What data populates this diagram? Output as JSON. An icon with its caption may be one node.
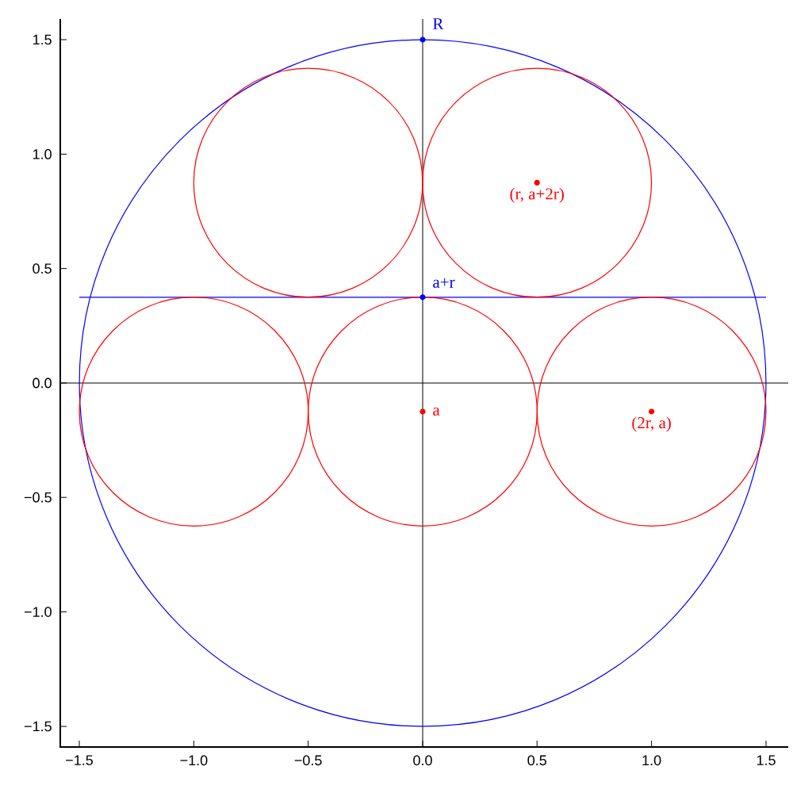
{
  "diagram": {
    "labels": [
      "1.5",
      "R",
      "1.0",
      "(r, a+2r)",
      "0.5",
      "a+r",
      "0.0",
      "a",
      "(2r, a)",
      "−0.5",
      "−1.0",
      "−1.5",
      "−1.5",
      "−1.0",
      "−0.5",
      "0.0",
      "0.5",
      "1.0",
      "1.5"
    ]
  }
}
